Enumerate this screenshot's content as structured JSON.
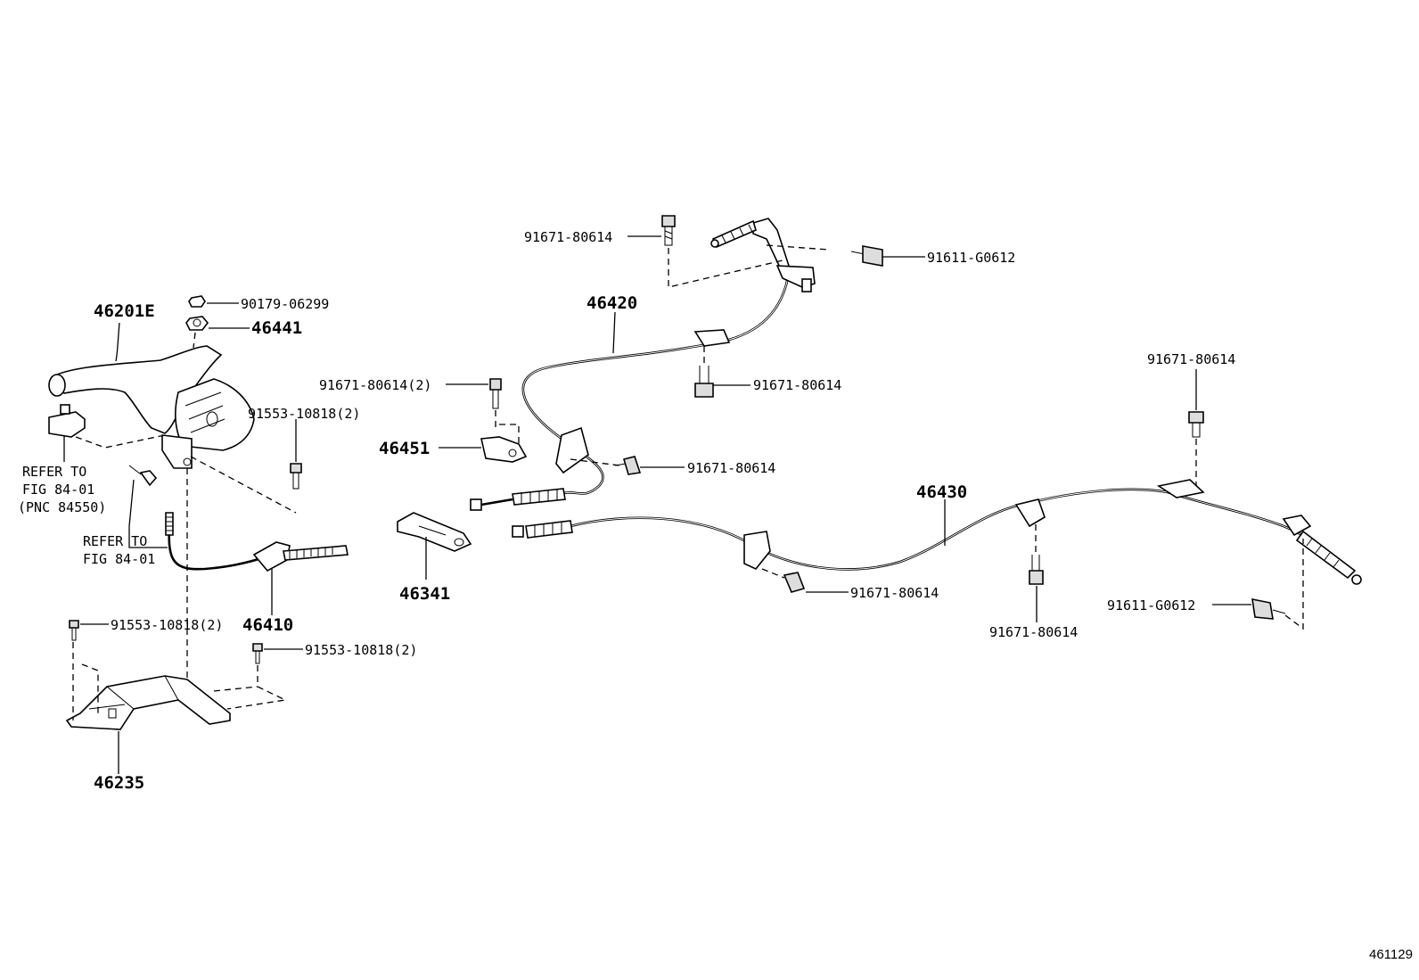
{
  "labels": {
    "l46201E": "46201E",
    "l90179": "90179-06299",
    "l46441": "46441",
    "l91553_top": "91553-10818(2)",
    "refer1_line1": "REFER TO",
    "refer1_line2": "FIG 84-01",
    "refer1_line3": "(PNC 84550)",
    "refer2_line1": "REFER TO",
    "refer2_line2": "FIG 84-01",
    "l46410": "46410",
    "l91553_bl": "91553-10818(2)",
    "l91553_br": "91553-10818(2)",
    "l46235": "46235",
    "l91671_top": "91671-80614",
    "l91611_top": "91611-G0612",
    "l46420": "46420",
    "l91671_mid2": "91671-80614(2)",
    "l91671_mid": "91671-80614",
    "l46451": "46451",
    "l91671_right1": "91671-80614",
    "l46341": "46341",
    "l46430": "46430",
    "l91671_farright": "91671-80614",
    "l91671_bottom1": "91671-80614",
    "l91671_bottom2": "91671-80614",
    "l91611_bottom": "91611-G0612",
    "figure_number": "461129"
  },
  "colors": {
    "line": "#000000",
    "background": "#ffffff"
  }
}
